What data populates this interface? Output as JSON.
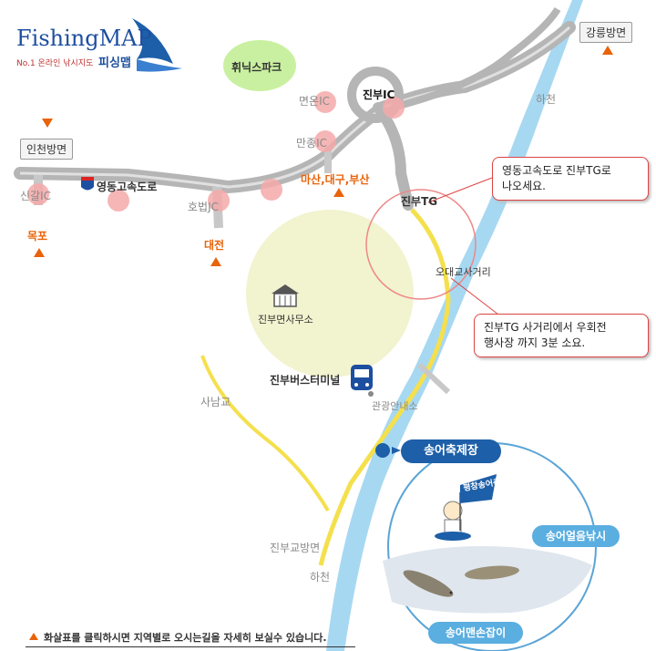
{
  "brand": {
    "name": "FishingMAP",
    "tagline": "No.1 온라인 낚시지도",
    "korean_name": "피싱맵"
  },
  "places": {
    "wellness_park": "휘닉스파크",
    "jinbu_ic": "진부IC",
    "myeonon_ic": "면온IC",
    "manjong_ic": "만종IC",
    "gangneung": "강릉방면",
    "incheon": "인천방면",
    "singal_ic": "신갈IC",
    "expressway": "영동고속도로",
    "hobeop_jc": "호법JC",
    "masan_daegu_busan": "마산,대구,부산",
    "mokpo": "목포",
    "daejeon": "대전",
    "jinbu_tg": "진부TG",
    "odae_intersection": "오대교사거리",
    "jinbu_office": "진부면사무소",
    "jinbu_terminal": "진부버스터미널",
    "tourist_info": "관광안내소",
    "sanam_bridge": "사남교",
    "jinbugyo_dir": "진부교방면",
    "stream_top": "하천",
    "stream_bottom": "하천"
  },
  "callouts": {
    "highway": "영동고속도로 진부TG로\n나오세요.",
    "route": "진부TG 사거리에서 우회전\n행사장 까지 3분 소요."
  },
  "festival": {
    "title": "송어축제장",
    "badge": "평창송어축제",
    "ice_fishing": "송어얼음낚시",
    "hand_catch": "송어맨손잡이"
  },
  "footer": {
    "hint": "화살표를 클릭하시면 지역별로 오시는길을 자세히 보실수 있습니다."
  },
  "colors": {
    "river": "#a7d8f2",
    "road": "#c8c8c8",
    "local_road": "#f4e04d",
    "accent": "#e8630a",
    "festival_blue": "#1d5fa8",
    "area_fill": "#f2f3cf"
  }
}
